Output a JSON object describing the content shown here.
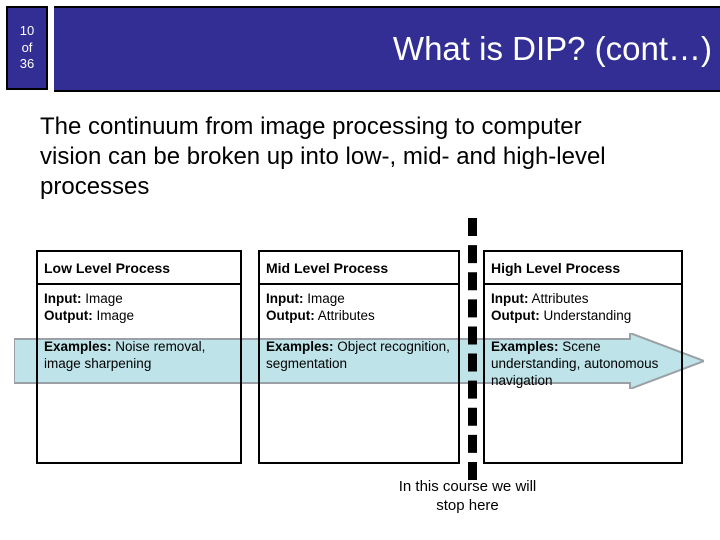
{
  "slide": {
    "page_number": {
      "current": "10",
      "of_label": "of",
      "total": "36"
    },
    "title": "What is DIP? (cont…)",
    "header_color": "#332E94",
    "body_paragraph": "The continuum from image processing to computer vision can be broken up into low-, mid- and high-level processes",
    "footer_note_line1": "In this course we will",
    "footer_note_line2": "stop here",
    "arrow": {
      "name": "process-continuum-arrow",
      "fill_color": "#BEE3E8",
      "stroke_color": "#9AA0A6",
      "direction": "right"
    },
    "divider": {
      "name": "stop-here-dashed-divider",
      "style": "dashed",
      "color": "#000000"
    },
    "tables": [
      {
        "id": "low",
        "header": "Low Level Process",
        "input_label": "Input:",
        "input_value": " Image",
        "output_label": "Output:",
        "output_value": " Image",
        "examples_label": "Examples:",
        "examples_value": " Noise removal, image sharpening"
      },
      {
        "id": "mid",
        "header": "Mid Level Process",
        "input_label": "Input:",
        "input_value": " Image",
        "output_label": "Output:",
        "output_value": " Attributes",
        "examples_label": "Examples:",
        "examples_value": " Object recognition, segmentation"
      },
      {
        "id": "high",
        "header": "High Level Process",
        "input_label": "Input:",
        "input_value": " Attributes",
        "output_label": "Output:",
        "output_value": " Understanding",
        "examples_label": "Examples:",
        "examples_value": " Scene understanding, autonomous navigation"
      }
    ]
  }
}
